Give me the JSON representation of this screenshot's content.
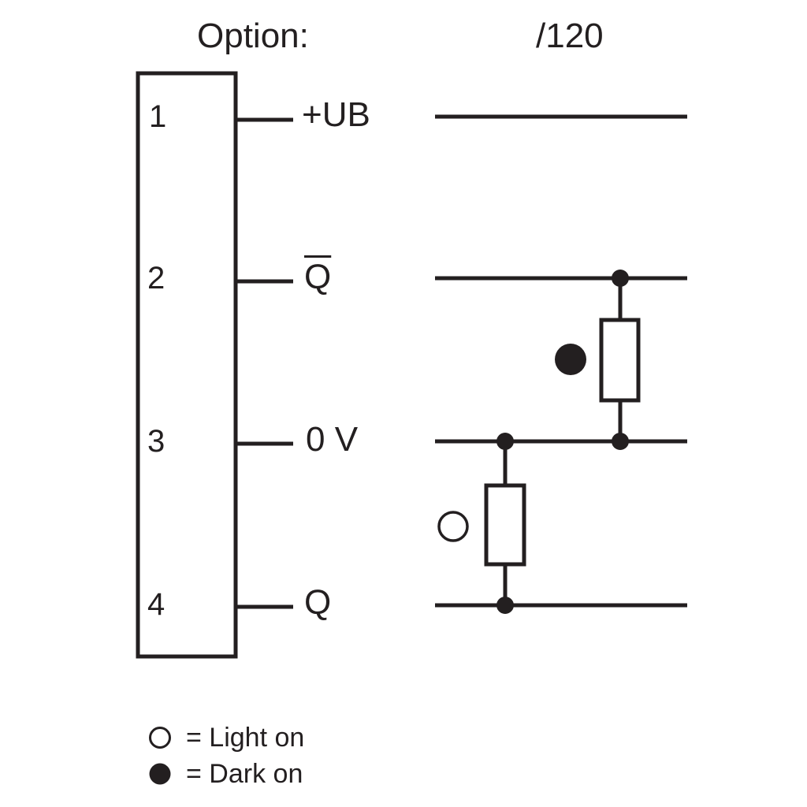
{
  "header": {
    "option_label": "Option:",
    "variant_label": "/120"
  },
  "pins": [
    {
      "number": "1",
      "signal": "+UB",
      "overline": false
    },
    {
      "number": "2",
      "signal": "Q",
      "overline": true
    },
    {
      "number": "3",
      "signal": "0 V",
      "overline": false
    },
    {
      "number": "4",
      "signal": "Q",
      "overline": false
    }
  ],
  "outputs": [
    {
      "symbol": "dark-on-dot-icon",
      "between": [
        "2",
        "3"
      ]
    },
    {
      "symbol": "light-on-circle-icon",
      "between": [
        "3",
        "4"
      ]
    }
  ],
  "legend": [
    {
      "symbol": "light-on-circle-icon",
      "text": "= Light on"
    },
    {
      "symbol": "dark-on-dot-icon",
      "text": "= Dark on"
    }
  ],
  "colors": {
    "line": "#231f20",
    "background": "#ffffff"
  }
}
